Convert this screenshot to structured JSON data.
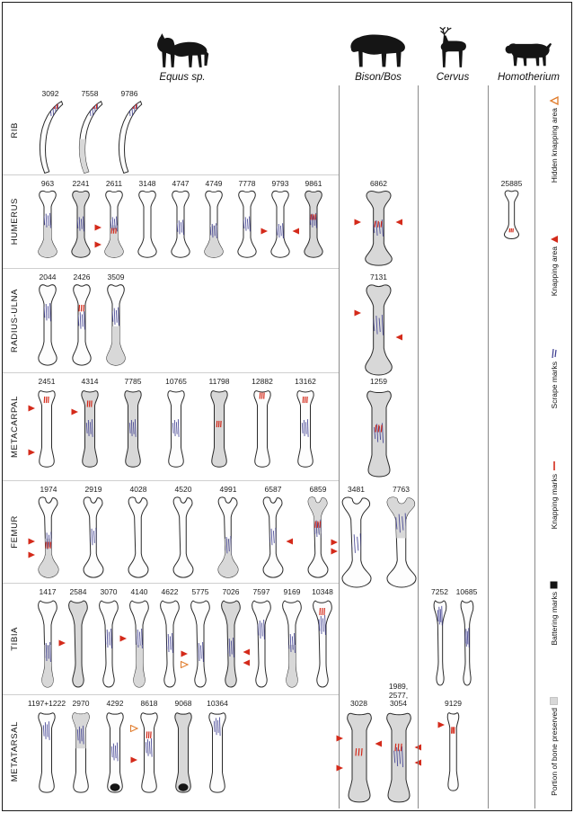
{
  "header": {
    "columns": [
      {
        "key": "equus",
        "label": "Equus sp.",
        "icon": "horse-icon"
      },
      {
        "key": "bison",
        "label": "Bison/Bos",
        "icon": "bison-icon"
      },
      {
        "key": "cervus",
        "label": "Cervus",
        "icon": "deer-icon"
      },
      {
        "key": "homotherium",
        "label": "Homotherium",
        "icon": "sabertooth-cat-icon"
      }
    ]
  },
  "colors": {
    "scrape": "#3b3b8f",
    "knapping": "#d42a1a",
    "knapping_area": "#d42a1a",
    "hidden_knapping": "#e07b2a",
    "battering": "#151515",
    "preserved": "#d8d8d8"
  },
  "rows": [
    {
      "label": "RIB",
      "type": "rib",
      "cells": {
        "equus": [
          {
            "id": "3092",
            "fill": "white",
            "marks": [
              "scrape",
              "knap"
            ],
            "sc": 0.15,
            "kn": 0.08
          },
          {
            "id": "7558",
            "fill": "part",
            "marks": [
              "scrape",
              "knap"
            ],
            "sc": 0.15,
            "kn": 0.08
          },
          {
            "id": "9786",
            "fill": "white",
            "marks": [
              "scrape",
              "knap"
            ],
            "sc": 0.15,
            "kn": 0.08
          }
        ],
        "bison": [],
        "cervus": [],
        "homotherium": []
      }
    },
    {
      "label": "HUMERUS",
      "type": "humerus",
      "cells": {
        "equus": [
          {
            "id": "963",
            "fill": "part",
            "marks": [
              "scrape"
            ],
            "sc": 0.45
          },
          {
            "id": "2241",
            "fill": "gray",
            "marks": [
              "scrape"
            ],
            "sc": 0.5
          },
          {
            "id": "2611",
            "fill": "part",
            "marks": [
              "scrape",
              "knap"
            ],
            "sc": 0.5,
            "kn": 0.6,
            "arrows": [
              [
                "left",
                0.55
              ],
              [
                "left",
                0.8
              ]
            ]
          },
          {
            "id": "3148",
            "fill": "white",
            "marks": []
          },
          {
            "id": "4747",
            "fill": "white",
            "marks": [
              "scrape"
            ],
            "sc": 0.55
          },
          {
            "id": "4749",
            "fill": "part",
            "marks": [
              "scrape"
            ],
            "sc": 0.6
          },
          {
            "id": "7778",
            "fill": "white",
            "marks": [
              "scrape"
            ],
            "sc": 0.5
          },
          {
            "id": "9793",
            "fill": "white",
            "marks": [
              "scrape"
            ],
            "sc": 0.6,
            "arrows": [
              [
                "left",
                0.6
              ],
              [
                "right",
                0.6
              ]
            ]
          },
          {
            "id": "9861",
            "fill": "gray",
            "marks": [
              "scrape",
              "knap"
            ],
            "sc": 0.45,
            "kn": 0.4
          }
        ],
        "bison": [
          {
            "id": "6862",
            "fill": "gray",
            "marks": [
              "scrape",
              "knap"
            ],
            "sc": 0.5,
            "kn": 0.45,
            "arrows": [
              [
                "left",
                0.42
              ],
              [
                "right",
                0.42
              ]
            ]
          }
        ],
        "cervus": [],
        "homotherium": [
          {
            "id": "25885",
            "fill": "white",
            "marks": [
              "knap"
            ],
            "kn": 0.82
          }
        ]
      }
    },
    {
      "label": "RADIUS-ULNA",
      "type": "radius-ulna",
      "cells": {
        "equus": [
          {
            "id": "2044",
            "fill": "white",
            "marks": [
              "scrape"
            ],
            "sc": 0.35
          },
          {
            "id": "2426",
            "fill": "white",
            "marks": [
              "scrape",
              "knap"
            ],
            "sc": 0.45,
            "kn": 0.3
          },
          {
            "id": "3509",
            "fill": "part",
            "marks": [
              "scrape"
            ],
            "sc": 0.4
          }
        ],
        "bison": [
          {
            "id": "7131",
            "fill": "gray",
            "marks": [
              "scrape"
            ],
            "sc": 0.45,
            "arrows": [
              [
                "left",
                0.32
              ],
              [
                "right",
                0.58
              ]
            ]
          }
        ],
        "cervus": [],
        "homotherium": []
      }
    },
    {
      "label": "METACARPAL",
      "type": "metacarpal",
      "cells": {
        "equus": [
          {
            "id": "2451",
            "fill": "white",
            "marks": [
              "knap"
            ],
            "kn": 0.15,
            "arrows": [
              [
                "left",
                0.25
              ],
              [
                "left",
                0.8
              ]
            ]
          },
          {
            "id": "4314",
            "fill": "gray",
            "marks": [
              "scrape",
              "knap"
            ],
            "sc": 0.5,
            "kn": 0.2,
            "arrows": [
              [
                "left",
                0.3
              ]
            ]
          },
          {
            "id": "7785",
            "fill": "gray",
            "marks": [
              "scrape"
            ],
            "sc": 0.5
          },
          {
            "id": "10765",
            "fill": "white",
            "marks": [
              "scrape"
            ],
            "sc": 0.5
          },
          {
            "id": "11798",
            "fill": "gray",
            "marks": [
              "knap"
            ],
            "kn": 0.45
          },
          {
            "id": "12882",
            "fill": "white",
            "marks": [
              "knap"
            ],
            "kn": 0.1
          },
          {
            "id": "13162",
            "fill": "white",
            "marks": [
              "scrape",
              "knap"
            ],
            "sc": 0.5,
            "kn": 0.15
          }
        ],
        "bison": [
          {
            "id": "1259",
            "fill": "gray",
            "marks": [
              "scrape",
              "knap"
            ],
            "sc": 0.5,
            "kn": 0.45
          }
        ],
        "cervus": [],
        "homotherium": []
      }
    },
    {
      "label": "FEMUR",
      "type": "femur",
      "cells": {
        "equus": [
          {
            "id": "1974",
            "fill": "part",
            "marks": [
              "scrape",
              "knap"
            ],
            "sc": 0.55,
            "kn": 0.6,
            "arrows": [
              [
                "left",
                0.55
              ],
              [
                "left",
                0.72
              ]
            ]
          },
          {
            "id": "2919",
            "fill": "white",
            "marks": [
              "scrape"
            ],
            "sc": 0.5
          },
          {
            "id": "4028",
            "fill": "white",
            "marks": []
          },
          {
            "id": "4520",
            "fill": "white",
            "marks": []
          },
          {
            "id": "4991",
            "fill": "part",
            "marks": [
              "scrape"
            ],
            "sc": 0.6
          },
          {
            "id": "6587",
            "fill": "white",
            "marks": [
              "scrape"
            ],
            "sc": 0.5,
            "arrows": [
              [
                "right",
                0.55
              ]
            ]
          },
          {
            "id": "6859",
            "fill": "part-top",
            "marks": [
              "scrape",
              "knap"
            ],
            "sc": 0.4,
            "kn": 0.35
          }
        ],
        "bison": [
          {
            "id": "3481",
            "fill": "white",
            "marks": [
              "scrape"
            ],
            "sc": 0.52,
            "arrows": [
              [
                "left",
                0.5
              ],
              [
                "left",
                0.6
              ]
            ]
          },
          {
            "id": "7763",
            "fill": "part-top",
            "marks": [
              "scrape"
            ],
            "sc": 0.3
          }
        ],
        "cervus": [],
        "homotherium": []
      }
    },
    {
      "label": "TIBIA",
      "type": "tibia",
      "cells": {
        "equus": [
          {
            "id": "1417",
            "fill": "part",
            "marks": [
              "scrape"
            ],
            "sc": 0.6
          },
          {
            "id": "2584",
            "fill": "gray",
            "marks": [],
            "arrows": [
              [
                "left",
                0.5
              ]
            ]
          },
          {
            "id": "3070",
            "fill": "white",
            "marks": [
              "scrape"
            ],
            "sc": 0.45
          },
          {
            "id": "4140",
            "fill": "part",
            "marks": [
              "scrape"
            ],
            "sc": 0.45,
            "arrows": [
              [
                "left",
                0.45
              ]
            ]
          },
          {
            "id": "4622",
            "fill": "white",
            "marks": [
              "scrape"
            ],
            "sc": 0.5
          },
          {
            "id": "5775",
            "fill": "white",
            "marks": [
              "scrape"
            ],
            "sc": 0.6,
            "arrows": [
              [
                "left",
                0.62
              ],
              [
                "left",
                0.74,
                "orange"
              ]
            ]
          },
          {
            "id": "7026",
            "fill": "gray",
            "marks": [
              "scrape"
            ],
            "sc": 0.55,
            "arrows": [
              [
                "right",
                0.6
              ],
              [
                "right",
                0.72
              ]
            ]
          },
          {
            "id": "7597",
            "fill": "white",
            "marks": [
              "scrape"
            ],
            "sc": 0.35
          },
          {
            "id": "9169",
            "fill": "part",
            "marks": [
              "scrape"
            ],
            "sc": 0.5
          },
          {
            "id": "10348",
            "fill": "white",
            "marks": [
              "scrape",
              "knap"
            ],
            "sc": 0.3,
            "kn": 0.15
          }
        ],
        "bison": [],
        "cervus": [
          {
            "id": "7252",
            "fill": "white",
            "marks": [
              "scrape"
            ],
            "sc": 0.2
          },
          {
            "id": "10685",
            "fill": "white",
            "marks": [
              "scrape"
            ],
            "sc": 0.45
          }
        ],
        "homotherium": []
      }
    },
    {
      "label": "METATARSAL",
      "type": "metatarsal",
      "cells": {
        "equus": [
          {
            "id": "1197+1222",
            "fill": "white",
            "marks": [
              "scrape"
            ],
            "sc": 0.25
          },
          {
            "id": "2970",
            "fill": "part-top",
            "marks": [
              "scrape"
            ],
            "sc": 0.3
          },
          {
            "id": "4292",
            "fill": "white",
            "marks": [
              "scrape",
              "batter"
            ],
            "sc": 0.5
          },
          {
            "id": "8618",
            "fill": "white",
            "marks": [
              "scrape",
              "knap"
            ],
            "sc": 0.45,
            "kn": 0.3,
            "arrows": [
              [
                "left",
                0.22,
                "orange"
              ],
              [
                "left",
                0.6
              ]
            ]
          },
          {
            "id": "9068",
            "fill": "gray",
            "marks": [
              "batter"
            ]
          },
          {
            "id": "10364",
            "fill": "white",
            "marks": [
              "scrape"
            ],
            "sc": 0.2
          }
        ],
        "bison": [
          {
            "id": "3028",
            "fill": "gray",
            "marks": [
              "knap"
            ],
            "kn": 0.45,
            "arrows": [
              [
                "left",
                0.3
              ],
              [
                "right",
                0.36
              ],
              [
                "left",
                0.62
              ]
            ]
          },
          {
            "id": "1989,\n2577,\n3054",
            "fill": "gray",
            "marks": [
              "scrape",
              "knap"
            ],
            "sc": 0.5,
            "kn": 0.4,
            "arrows": [
              [
                "right",
                0.4
              ],
              [
                "right",
                0.56
              ]
            ]
          }
        ],
        "cervus": [
          {
            "id": "9129",
            "fill": "white",
            "marks": [
              "knap"
            ],
            "kn": 0.25,
            "arrows": [
              [
                "left",
                0.18
              ]
            ]
          }
        ],
        "homotherium": []
      }
    }
  ],
  "legend": [
    {
      "label": "Hidden knapping area",
      "symbol": "triangle-outline-orange"
    },
    {
      "label": "Knapping area",
      "symbol": "triangle-solid-red"
    },
    {
      "label": "Scrape marks",
      "symbol": "blue-strokes"
    },
    {
      "label": "Knapping marks",
      "symbol": "red-stroke"
    },
    {
      "label": "Battering marks",
      "symbol": "black-square"
    },
    {
      "label": "Portion of bone preserved",
      "symbol": "gray-square"
    }
  ]
}
